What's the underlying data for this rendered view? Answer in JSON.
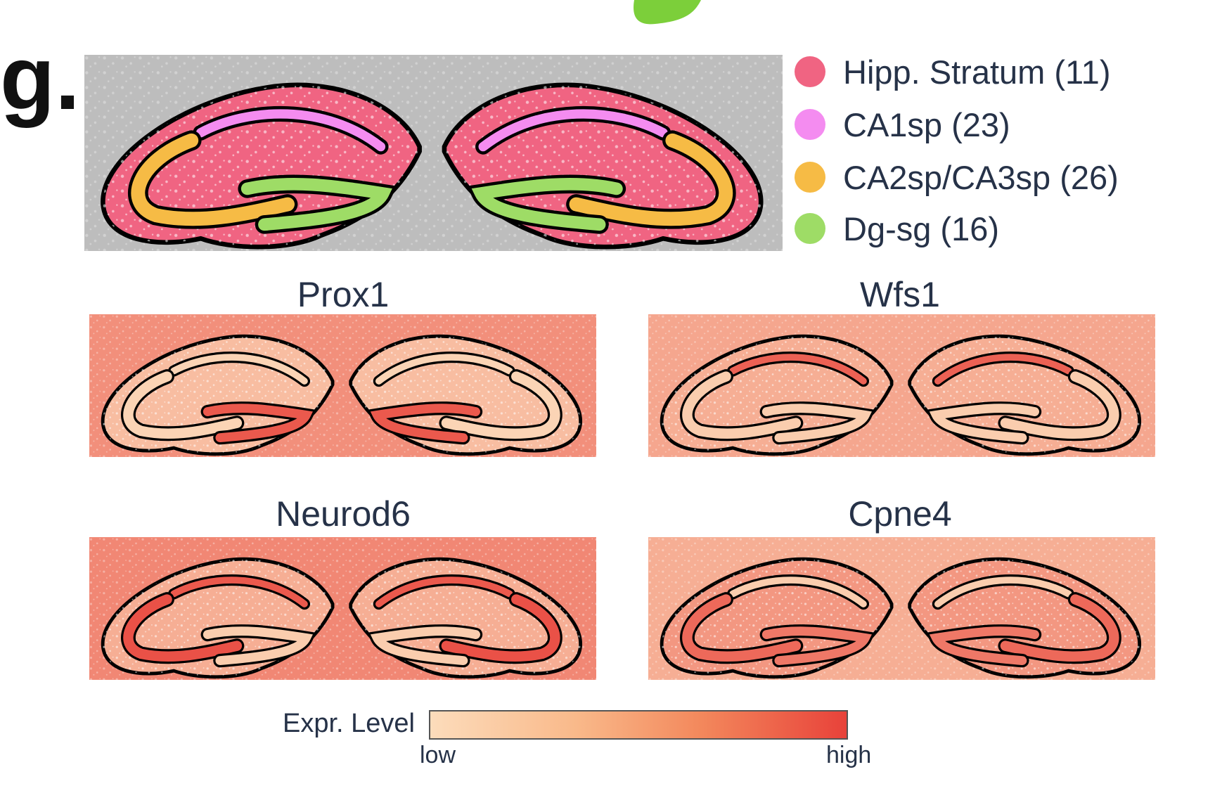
{
  "panel_label": "g.",
  "legend": [
    {
      "label": "Hipp. Stratum (11)",
      "color": "#f06482",
      "region": "hipp"
    },
    {
      "label": "CA1sp (23)",
      "color": "#f48cf0",
      "region": "ca1"
    },
    {
      "label": "CA2sp/CA3sp (26)",
      "color": "#f6bb45",
      "region": "ca3"
    },
    {
      "label": "Dg-sg (16)",
      "color": "#9edc66",
      "region": "dg"
    }
  ],
  "background_color": "#bdbdbd",
  "genes": [
    {
      "name": "Prox1",
      "levels": {
        "bg": 0.5,
        "hipp": 0.2,
        "ca1": 0.05,
        "ca3": 0.05,
        "dg": 0.85
      }
    },
    {
      "name": "Wfs1",
      "levels": {
        "bg": 0.35,
        "hipp": 0.3,
        "ca1": 0.8,
        "ca3": 0.1,
        "dg": 0.1
      }
    },
    {
      "name": "Neurod6",
      "levels": {
        "bg": 0.55,
        "hipp": 0.3,
        "ca1": 0.85,
        "ca3": 0.9,
        "dg": 0.1
      }
    },
    {
      "name": "Cpne4",
      "levels": {
        "bg": 0.3,
        "hipp": 0.45,
        "ca1": 0.1,
        "ca3": 0.75,
        "dg": 0.65
      }
    }
  ],
  "colorbar": {
    "label": "Expr. Level",
    "low": "low",
    "high": "high",
    "low_color": "#fcdcbb",
    "high_color": "#e8423a"
  }
}
